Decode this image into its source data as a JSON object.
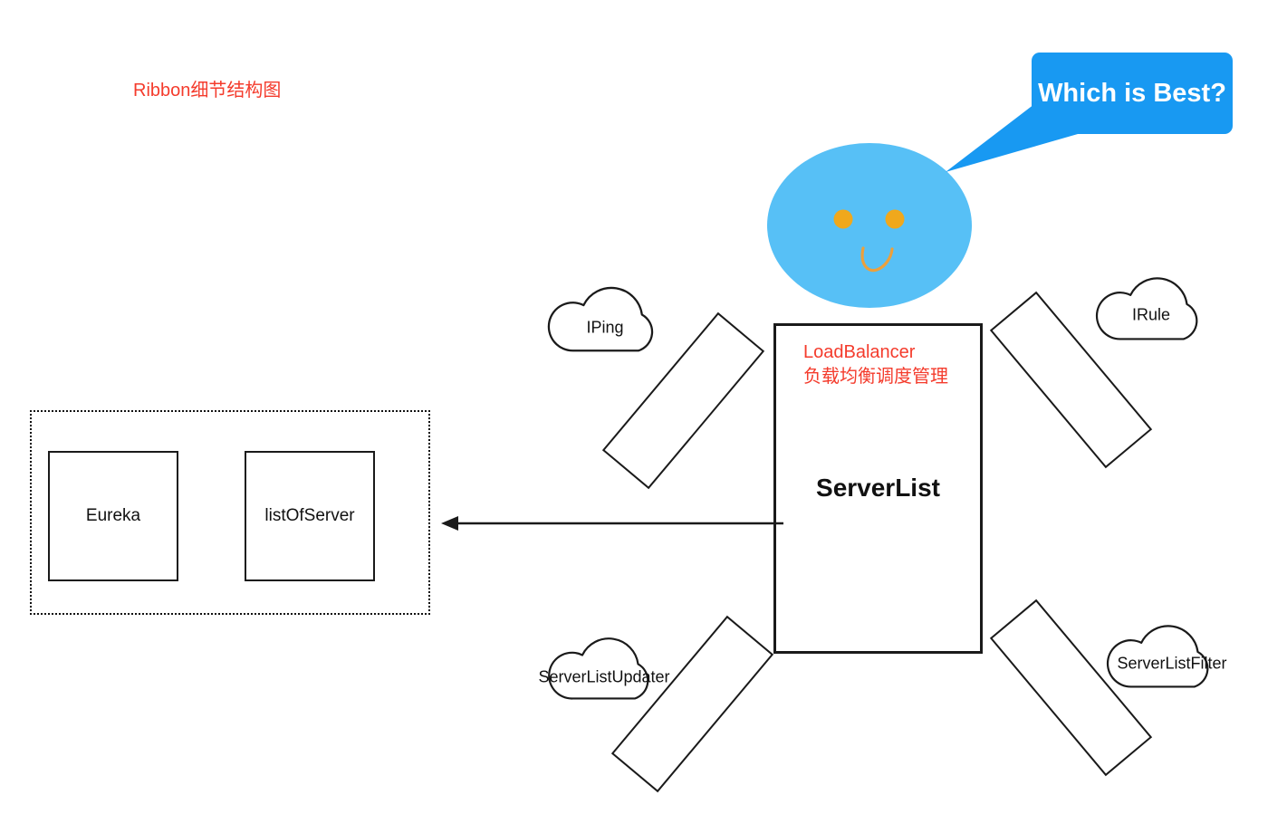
{
  "title": "Ribbon细节结构图",
  "speech_bubble": {
    "text": "Which is Best?"
  },
  "robot": {
    "label_line1": "LoadBalancer",
    "label_line2": "负载均衡调度管理",
    "body_label": "ServerList"
  },
  "clouds": {
    "iping": {
      "label": "IPing"
    },
    "irule": {
      "label": "IRule"
    },
    "server_list_updater": {
      "label": "ServerListUpdater"
    },
    "server_list_filter": {
      "label": "ServerListFilter"
    }
  },
  "registry_group": {
    "eureka": {
      "label": "Eureka"
    },
    "list_of_server": {
      "label": "listOfServer"
    }
  },
  "colors": {
    "accent_red": "#f43b2c",
    "bubble_blue": "#1899f2",
    "face_blue": "#57c0f6",
    "eye_orange": "#f0a81c",
    "smile_orange": "#eca03c",
    "line_black": "#1a1a1a"
  }
}
